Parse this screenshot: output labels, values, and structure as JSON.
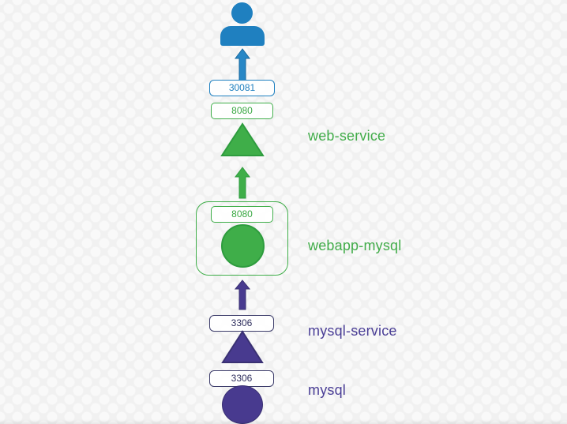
{
  "labels": {
    "web_service": "web-service",
    "webapp_mysql": "webapp-mysql",
    "mysql_service": "mysql-service",
    "mysql": "mysql"
  },
  "ports": {
    "user_nodeport": "30081",
    "web_service_port": "8080",
    "webapp_pod_port": "8080",
    "mysql_service_port": "3306",
    "mysql_pod_port": "3306"
  },
  "icons": {
    "user": "user-icon",
    "user_arrow": "up-arrow-blue",
    "web_to_pod_arrow": "up-arrow-green",
    "pod_to_mysql_arrow": "up-arrow-purple"
  },
  "colors": {
    "blue": "#1f80c0",
    "green_fill": "#3fae49",
    "green_border": "#2e9c3e",
    "green_text": "#41ac49",
    "purple_fill": "#483a8f",
    "purple_border": "#3a3173",
    "purple_text": "#4a3e96",
    "dark_port_border": "#3d3d6b",
    "background": "#f1f1f1"
  }
}
